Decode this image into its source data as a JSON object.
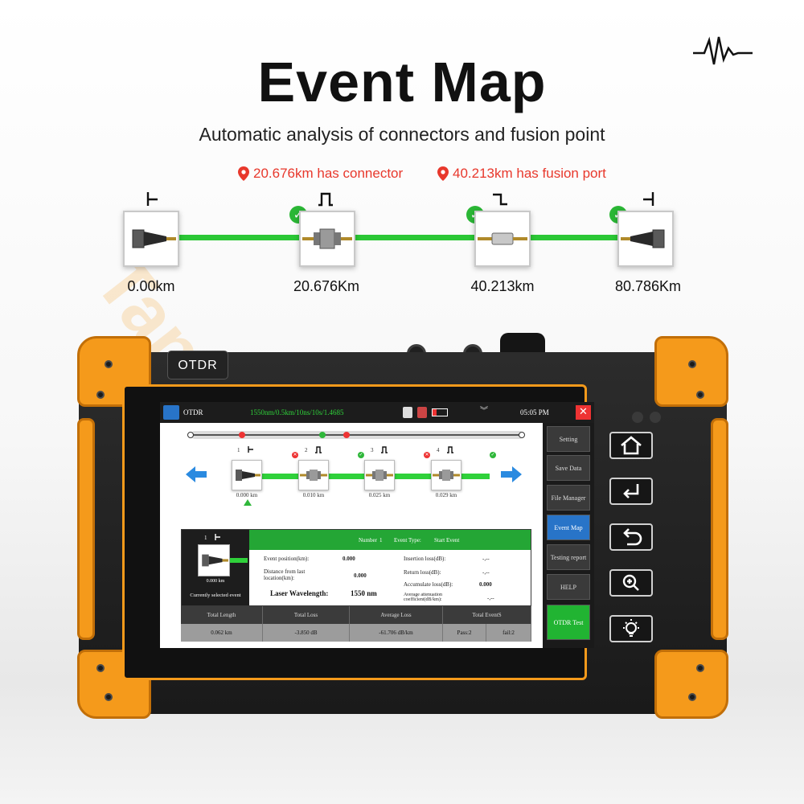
{
  "header": {
    "title": "Event Map",
    "subtitle": "Automatic analysis of connectors and fusion point",
    "callouts": [
      "20.676km has connector",
      "40.213km has fusion port"
    ],
    "watermark": "Tanlitech"
  },
  "events": [
    {
      "distance": "0.00km",
      "symbol": "start"
    },
    {
      "distance": "20.676Km",
      "symbol": "connector"
    },
    {
      "distance": "40.213km",
      "symbol": "fusion"
    },
    {
      "distance": "80.786Km",
      "symbol": "end"
    }
  ],
  "device": {
    "label": "OTDR",
    "colors": {
      "bumper": "#f59a1b",
      "pass": "#2bb736",
      "fail": "#e8382c",
      "active": "#2874c8"
    }
  },
  "screen": {
    "app_name": "OTDR",
    "params": "1550nm/0.5km/10ns/10s/1.4685",
    "time": "05:05 PM",
    "sidebar": [
      "Setting",
      "Save Data",
      "File Manager",
      "Event Map",
      "Testing report",
      "HELP",
      "OTDR Test"
    ],
    "map_events": [
      {
        "number": "1",
        "distance": "0.000 km"
      },
      {
        "number": "2",
        "distance": "0.010 km"
      },
      {
        "number": "3",
        "distance": "0.025 km"
      },
      {
        "number": "4",
        "distance": "0.029 km"
      }
    ],
    "detail": {
      "selected_number": "1",
      "selected_distance": "0.000 km",
      "selected_caption": "Currently selected event",
      "number_label": "Number",
      "number_value": "1",
      "event_type_label": "Event Type:",
      "event_type_value": "Start Event",
      "event_position_label": "Event position(km):",
      "event_position_value": "0.000",
      "distance_from_last_label": "Distance from last location(km):",
      "distance_from_last_value": "0.000",
      "laser_wavelength_label": "Laser Wavelength:",
      "laser_wavelength_value": "1550 nm",
      "insertion_loss_label": "Insertion loss(dB):",
      "insertion_loss_value": "-,--",
      "return_loss_label": "Return loss(dB):",
      "return_loss_value": "-,--",
      "accumulate_loss_label": "Accumulate loss(dB):",
      "accumulate_loss_value": "0.000",
      "avg_attenuation_label": "Average attenuation coefficient(dB/km):",
      "avg_attenuation_value": "-,--"
    },
    "summary": {
      "headers": [
        "Total Length",
        "Total Loss",
        "Average Loss",
        "Total EventS"
      ],
      "values": [
        "0.062 km",
        "-3.850 dB",
        "-61.706 dB/km",
        "Pass:2",
        "fail:2"
      ]
    }
  }
}
